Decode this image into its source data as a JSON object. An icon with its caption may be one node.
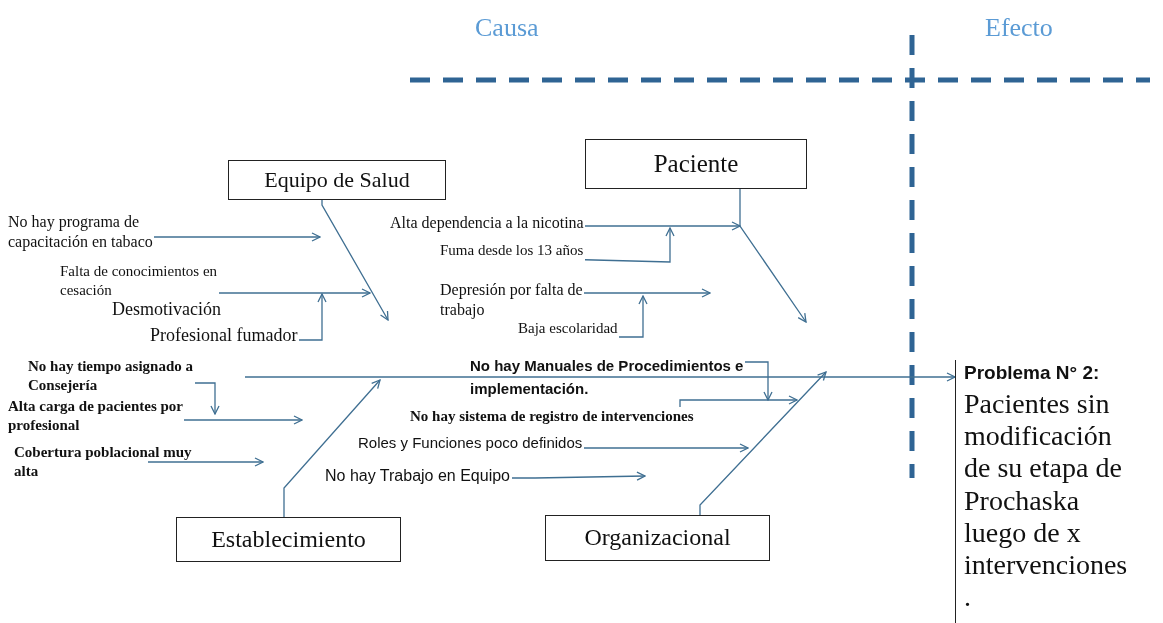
{
  "diagram": {
    "nodes": [
      {
        "text": [
          "Equipo de Salud"
        ]
      },
      {
        "text": [
          "Paciente"
        ]
      },
      {
        "text": [
          "Establecimiento"
        ]
      },
      {
        "text": [
          "Organizacional"
        ]
      },
      {
        "text": [
          "Problema N° 2:",
          "Pacientes sin modificación de su etapa de Prochaska luego de x intervenciones ."
        ]
      },
      {
        "text": [
          "No hay programa de capacitación en tabaco"
        ]
      },
      {
        "text": [
          "Falta de conocimientos en cesación"
        ]
      },
      {
        "text": [
          "Profesional fumador"
        ]
      },
      {
        "text": [
          "Alta dependencia a la nicotina"
        ]
      },
      {
        "text": [
          "Fuma desde los 13 años"
        ]
      },
      {
        "text": [
          "Depresión por falta de trabajo"
        ]
      },
      {
        "text": [
          "Baja escolaridad"
        ]
      },
      {
        "text": [
          "No hay tiempo asignado a Consejería"
        ]
      },
      {
        "text": [
          "Alta carga de pacientes por profesional"
        ]
      },
      {
        "text": [
          "Cobertura poblacional muy alta"
        ]
      },
      {
        "text": [
          "No hay Manuales de Procedimientos e implementación."
        ]
      },
      {
        "text": [
          "No hay sistema de registro de intervenciones"
        ]
      },
      {
        "text": [
          "Roles y Funciones poco definidos"
        ]
      },
      {
        "text": [
          "No hay Trabajo en Equipo"
        ]
      }
    ],
    "edges": [
      {
        "from": 5,
        "to": null,
        "arrow": "to"
      },
      {
        "from": 6,
        "to": null,
        "arrow": "to"
      },
      {
        "from": 7,
        "to": null,
        "arrow": "to"
      },
      {
        "from": 0,
        "to": null,
        "arrow": "to"
      },
      {
        "from": 8,
        "to": null,
        "arrow": "to"
      },
      {
        "from": 9,
        "to": null,
        "arrow": "to"
      },
      {
        "from": 10,
        "to": null,
        "arrow": "to"
      },
      {
        "from": 11,
        "to": null,
        "arrow": "to"
      },
      {
        "from": 1,
        "to": null,
        "arrow": "to"
      },
      {
        "from": 12,
        "to": null,
        "arrow": "to"
      },
      {
        "from": 13,
        "to": null,
        "arrow": "to"
      },
      {
        "from": 14,
        "to": null,
        "arrow": "to"
      },
      {
        "from": 2,
        "to": null,
        "arrow": "to"
      },
      {
        "from": 15,
        "to": null,
        "arrow": "to"
      },
      {
        "from": 16,
        "to": null,
        "arrow": "to"
      },
      {
        "from": 17,
        "to": null,
        "arrow": "to"
      },
      {
        "from": 18,
        "to": null,
        "arrow": "to"
      },
      {
        "from": 3,
        "to": null,
        "arrow": "to"
      },
      {
        "from": null,
        "to": 4,
        "arrow": "to"
      }
    ],
    "labels": [
      "Causa",
      "Efecto",
      "Desmotivación"
    ]
  }
}
